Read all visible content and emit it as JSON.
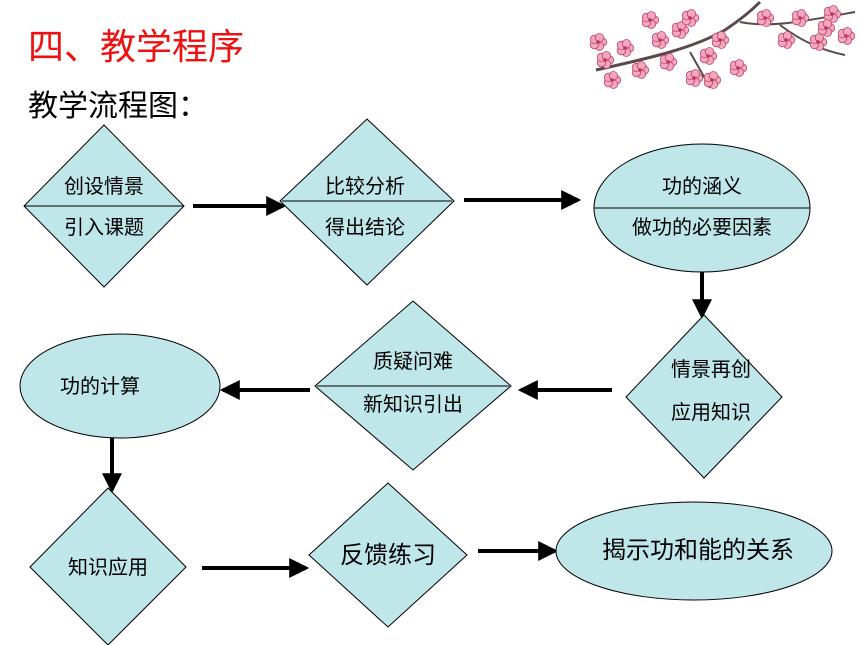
{
  "heading": "四、教学程序",
  "subheading": "教学流程图：",
  "nodes": {
    "n1": {
      "top": "创设情景",
      "bottom": "引入课题"
    },
    "n2": {
      "top": "比较分析",
      "bottom": "得出结论"
    },
    "n3": {
      "top": "功的涵义",
      "bottom": "做功的必要因素"
    },
    "n4": {
      "top": "情景再创",
      "bottom": "应用知识"
    },
    "n5": {
      "top": "质疑问难",
      "bottom": "新知识引出"
    },
    "n6": {
      "label": "功的计算"
    },
    "n7": {
      "label": "知识应用"
    },
    "n8": {
      "label": "反馈练习"
    },
    "n9": {
      "label": "揭示功和能的关系"
    }
  },
  "colors": {
    "heading": "#ee1111",
    "shape_fill": "#bfe6e8",
    "stroke": "#000000",
    "blossom": "#f4a6bd"
  }
}
